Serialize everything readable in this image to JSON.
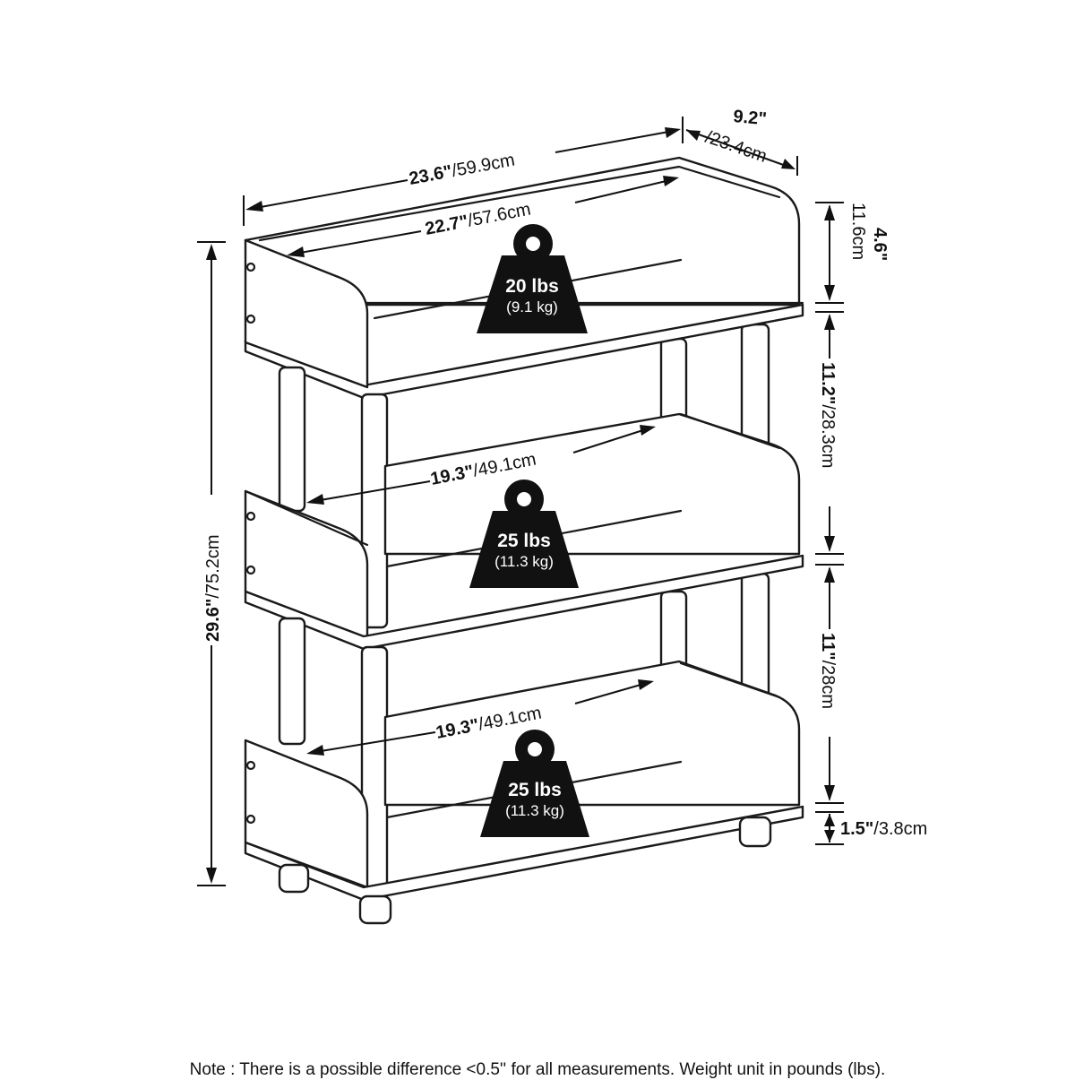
{
  "dimensions": {
    "overall_width": {
      "imperial": "23.6\"",
      "metric": "/59.9cm"
    },
    "overall_depth": {
      "imperial": "9.2\"",
      "metric": "/23.4cm"
    },
    "inner_top_width": {
      "imperial": "22.7\"",
      "metric": "/57.6cm"
    },
    "middle_inner_width": {
      "imperial": "19.3\"",
      "metric": "/49.1cm"
    },
    "bottom_inner_width": {
      "imperial": "19.3\"",
      "metric": "/49.1cm"
    },
    "overall_height": {
      "imperial": "29.6\"",
      "metric": "/75.2cm"
    },
    "top_rail_height": {
      "imperial": "4.6\"",
      "metric": "11.6cm"
    },
    "upper_shelf_gap": {
      "imperial": "11.2\"",
      "metric": "/28.3cm"
    },
    "lower_shelf_gap": {
      "imperial": "11\"",
      "metric": "/28cm"
    },
    "foot_height": {
      "imperial": "1.5\"",
      "metric": "/3.8cm"
    }
  },
  "weights": {
    "top": {
      "lbs": "20 lbs",
      "kg": "(9.1 kg)"
    },
    "middle": {
      "lbs": "25 lbs",
      "kg": "(11.3 kg)"
    },
    "bottom": {
      "lbs": "25 lbs",
      "kg": "(11.3 kg)"
    }
  },
  "note": "Note : There is a possible difference <0.5'' for all measurements. Weight unit in pounds (lbs)."
}
